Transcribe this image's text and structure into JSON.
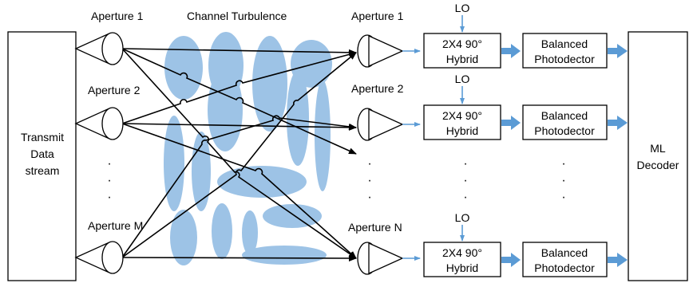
{
  "transmitter": {
    "lines": [
      "Transmit",
      "Data",
      "stream"
    ]
  },
  "decoder": {
    "lines": [
      "ML",
      "Decoder"
    ]
  },
  "channel_label": "Channel Turbulence",
  "tx_apertures": [
    "Aperture 1",
    "Aperture 2",
    "Aperture M"
  ],
  "rx_apertures": [
    "Aperture 1",
    "Aperture 2",
    "Aperture N"
  ],
  "lo_label": "LO",
  "hybrid": {
    "line1": "2X4 90°",
    "line2": "Hybrid"
  },
  "photodetector": {
    "line1": "Balanced",
    "line2": "Photodector"
  },
  "ellipsis": "·",
  "colors": {
    "turbulence": "#9dc3e6",
    "signal_arrow": "#5b9bd5",
    "beam": "#000000"
  }
}
